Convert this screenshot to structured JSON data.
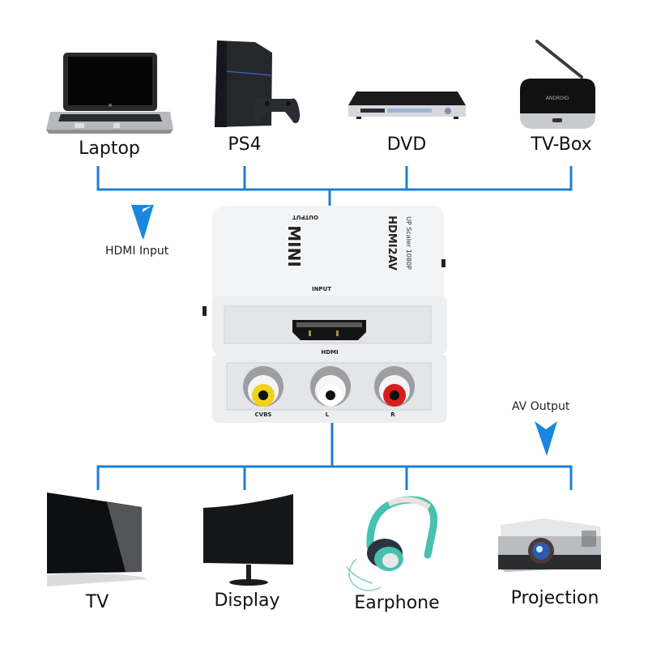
{
  "title": "HDMI to AV converter connection diagram",
  "colors": {
    "connector_line": "#1d7fd6",
    "arrow": "#1a86e0",
    "label_text": "#111111"
  },
  "inputs": {
    "section_label": "HDMI Input",
    "devices": [
      {
        "name": "Laptop",
        "icon": "laptop-icon"
      },
      {
        "name": "PS4",
        "icon": "game-console-icon"
      },
      {
        "name": "DVD",
        "icon": "dvd-player-icon"
      },
      {
        "name": "TV-Box",
        "icon": "tv-box-icon"
      }
    ]
  },
  "outputs": {
    "section_label": "AV Output",
    "devices": [
      {
        "name": "TV",
        "icon": "tv-icon"
      },
      {
        "name": "Display",
        "icon": "monitor-icon"
      },
      {
        "name": "Earphone",
        "icon": "headphones-icon"
      },
      {
        "name": "Projection",
        "icon": "projector-icon"
      }
    ]
  },
  "converter": {
    "brand": "MINI",
    "model": "HDMI2AV",
    "subtitle": "UP Scaler 1080P",
    "top_label": "OUTPUT",
    "input_label": "INPUT",
    "hdmi_label": "HDMI",
    "ports": [
      {
        "label": "CVBS",
        "color": "#f2d21b"
      },
      {
        "label": "L",
        "color": "#f4f4f4"
      },
      {
        "label": "R",
        "color": "#d91c1c"
      }
    ]
  },
  "device_marks": {
    "tv_box_brand": "ANDROID"
  }
}
